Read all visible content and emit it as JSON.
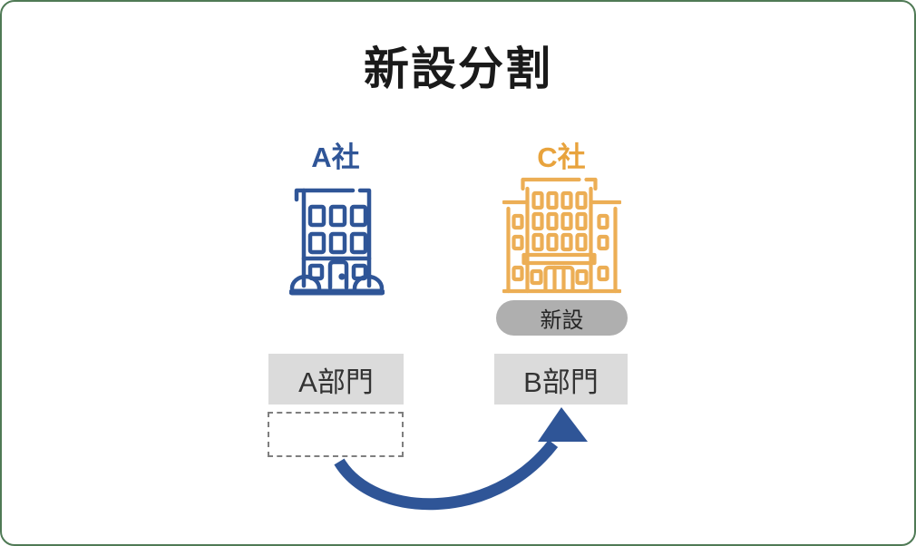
{
  "title": "新設分割",
  "colors": {
    "blue": "#2F5597",
    "orange": "#E8A33D",
    "orange-light": "#ECAE55",
    "box-gray": "#DBDBDB",
    "pill-gray": "#AFAFAF",
    "text-dark": "#333333",
    "frame-green": "#4F7A55",
    "dash-gray": "#7F7F7F"
  },
  "company_a": {
    "name": "A社",
    "department": "A部門"
  },
  "company_c": {
    "name": "C社",
    "badge": "新設",
    "department": "B部門"
  }
}
